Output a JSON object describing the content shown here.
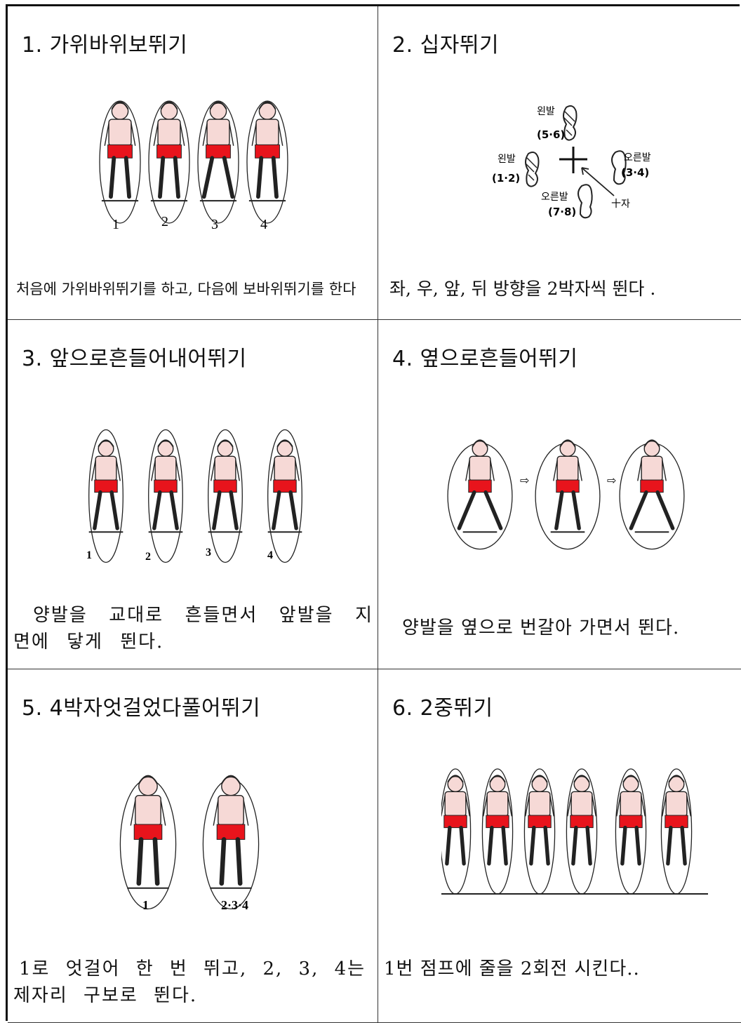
{
  "cells": [
    {
      "title": "1. 가위바위보뛰기",
      "caption": "처음에 가위바위뛰기를 하고, 다음에 보바위뛰기를 한다",
      "figure_labels": [
        "1",
        "2",
        "3",
        "4"
      ]
    },
    {
      "title": "2. 십자뛰기",
      "caption": "좌, 우, 앞, 뒤 방향을 2박자씩 뛴다 .",
      "diagram": {
        "left_foot_top": "왼발",
        "left_foot_top_count": "(5·6)",
        "left_foot_left": "왼발",
        "left_foot_left_count": "(1·2)",
        "right_foot_right": "오른발",
        "right_foot_right_count": "(3·4)",
        "right_foot_bottom": "오른발",
        "right_foot_bottom_count": "(7·8)",
        "cross_label": "十자"
      }
    },
    {
      "title": "3. 앞으로흔들어내어뛰기",
      "caption": "양발을 교대로 흔들면서 앞발을 지면에 닿게 뛴다.",
      "figure_labels": [
        "1",
        "2",
        "3",
        "4"
      ]
    },
    {
      "title": "4. 옆으로흔들어뛰기",
      "caption": "양발을 옆으로 번갈아 가면서 뛴다."
    },
    {
      "title": "5. 4박자엇걸었다풀어뛰기",
      "caption": "1로 엇걸어 한 번 뛰고, 2, 3, 4는 제자리 구보로 뛴다.",
      "figure_labels": [
        "1",
        "2·3·4"
      ]
    },
    {
      "title": "6. 2중뛰기",
      "caption": "1번 점프에 줄을 2회전 시킨다.."
    }
  ],
  "colors": {
    "shorts": "#e8141c",
    "skin": "#f6d9d6",
    "line": "#222222"
  }
}
